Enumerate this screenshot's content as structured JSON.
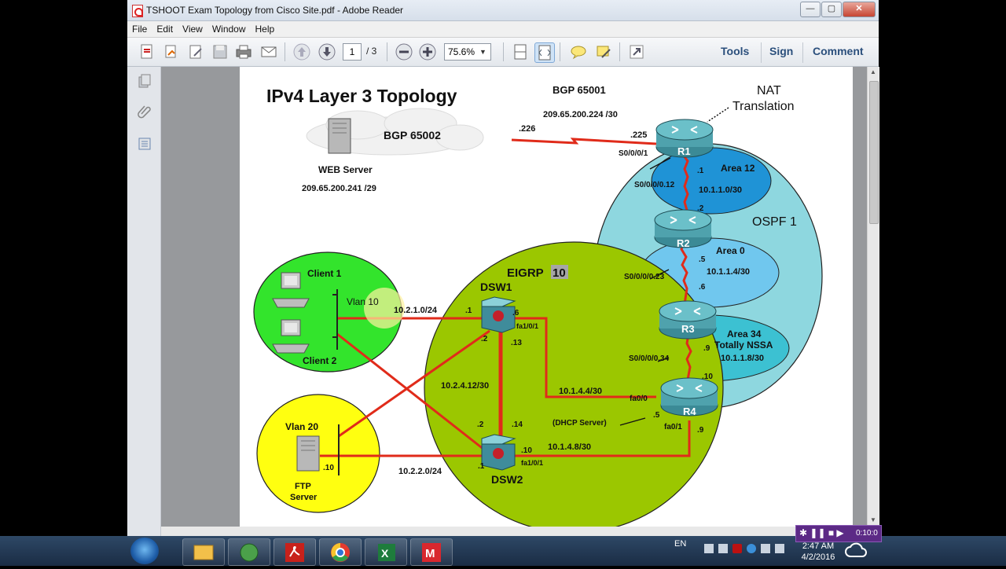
{
  "window": {
    "title": "TSHOOT Exam Topology from Cisco Site.pdf - Adobe Reader"
  },
  "menu": {
    "items": [
      "File",
      "Edit",
      "View",
      "Window",
      "Help"
    ]
  },
  "toolbar": {
    "page_current": "1",
    "page_total": "/ 3",
    "zoom": "75.6%",
    "tools_label": "Tools",
    "sign_label": "Sign",
    "comment_label": "Comment"
  },
  "diagram": {
    "title": "IPv4 Layer 3 Topology",
    "bgp65001": "BGP 65001",
    "bgp65001_net": "209.65.200.224 /30",
    "nat_line1": "NAT",
    "nat_line2": "Translation",
    "bgp65002": "BGP 65002",
    "web_server": "WEB Server",
    "web_server_net": "209.65.200.241 /29",
    "ip_226": ".226",
    "ip_225": ".225",
    "r1_if": "S0/0/0/1",
    "r1": "R1",
    "r2": "R2",
    "r3": "R3",
    "r4": "R4",
    "r1_dot1": ".1",
    "area12": "Area 12",
    "area12_net": "10.1.1.0/30",
    "r1_sub": "S0/0/0/0.12",
    "r2_dot2": ".2",
    "ospf": "OSPF 1",
    "r2_dot5": ".5",
    "area0": "Area 0",
    "area0_net": "10.1.1.4/30",
    "r2_sub": "S0/0/0/0.23",
    "r3_dot6": ".6",
    "area34": "Area 34",
    "area34_type": "Totally NSSA",
    "area34_net": "10.1.1.8/30",
    "r3_sub": "S0/0/0/0.34",
    "r3_dot9": ".9",
    "r4_dot10": ".10",
    "eigrp_prefix": "EIGRP",
    "eigrp_num": "10",
    "dsw1": "DSW1",
    "dsw2": "DSW2",
    "client1": "Client 1",
    "client2": "Client 2",
    "vlan10": "Vlan 10",
    "vlan10_net": "10.2.1.0/24",
    "dsw1_dot1": ".1",
    "dsw1_dot6": ".6",
    "dsw1_fa": "fa1/0/1",
    "dsw1_dot2": ".2",
    "dsw1_dot13": ".13",
    "net_dsw1_dsw2": "10.2.4.12/30",
    "net_dsw1_r4": "10.1.4.4/30",
    "r4_fa00": "fa0/0",
    "r4_dot5": ".5",
    "dhcp": "(DHCP Server)",
    "r4_fa01": "fa0/1",
    "r4_dot9": ".9",
    "dsw2_dot2": ".2",
    "dsw2_dot14": ".14",
    "dsw2_dot10": ".10",
    "net_dsw2_r4": "10.1.4.8/30",
    "dsw2_fa": "fa1/0/1",
    "dsw2_dot1": ".1",
    "vlan20": "Vlan 20",
    "vlan20_net": "10.2.2.0/24",
    "ftp_dot10": ".10",
    "ftp_line1": "FTP",
    "ftp_line2": "Server"
  },
  "taskbar": {
    "lang": "EN",
    "time": "2:47 AM",
    "date": "4/2/2016",
    "rec_time": "0:10:0"
  }
}
